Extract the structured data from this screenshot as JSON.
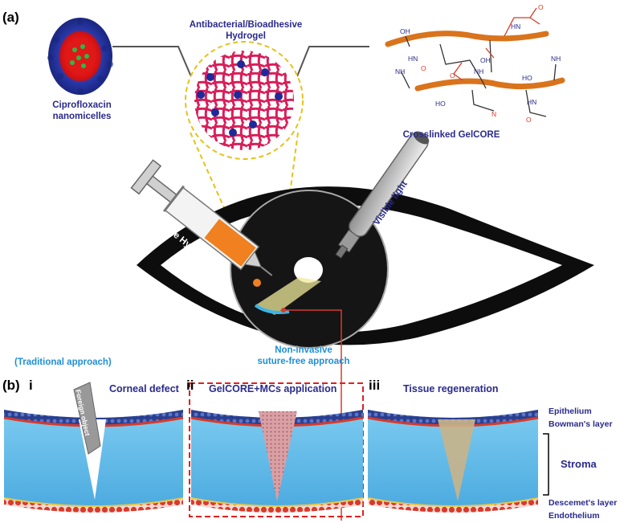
{
  "panel_a": {
    "label": "(a)",
    "nanomicelles_label_line1": "Ciprofloxacin",
    "nanomicelles_label_line2": "nanomicelles",
    "hydrogel_title_line1": "Antibacterial/Bioadhesive",
    "hydrogel_title_line2": "Hydrogel",
    "gelcore_label": "Crosslinked GelCORE",
    "syringe_label": "Injectable Hydrogel",
    "light_label": "Visible light",
    "approach_line1": "Non-invasive",
    "approach_line2": "suture-free approach",
    "chem_groups": [
      "OH",
      "HN",
      "O",
      "HN",
      "OH",
      "NH",
      "O",
      "O",
      "NH",
      "HO",
      "HO",
      "HN",
      "O",
      "N",
      "NH"
    ]
  },
  "panel_b": {
    "label": "(b)",
    "traditional_label": "(Traditional  approach)",
    "step_i": {
      "numeral": "i",
      "title": "Corneal defect",
      "object_label": "Foreign object"
    },
    "step_ii": {
      "numeral": "ii",
      "title": "GelCORE+MCs application"
    },
    "step_iii": {
      "numeral": "iii",
      "title": "Tissue regeneration"
    },
    "layers": [
      "Epithelium",
      "Bowman's layer",
      "Stroma",
      "Descemet's layer",
      "Endothelium"
    ]
  },
  "colors": {
    "navy_text": "#2a2a8c",
    "blue_text": "#1f8fd6",
    "stroma": "#5fb8e8",
    "epithelium": "#2b3f8f",
    "bowman": "#d83a2a",
    "endothelium": "#d83a2a",
    "hydrogel_net": "#d81f5a",
    "nanoparticle": "#1f2a99",
    "gelcore_chain": "#d9731c",
    "dashed_box": "#e02020",
    "syringe_gel": "#f08020"
  }
}
